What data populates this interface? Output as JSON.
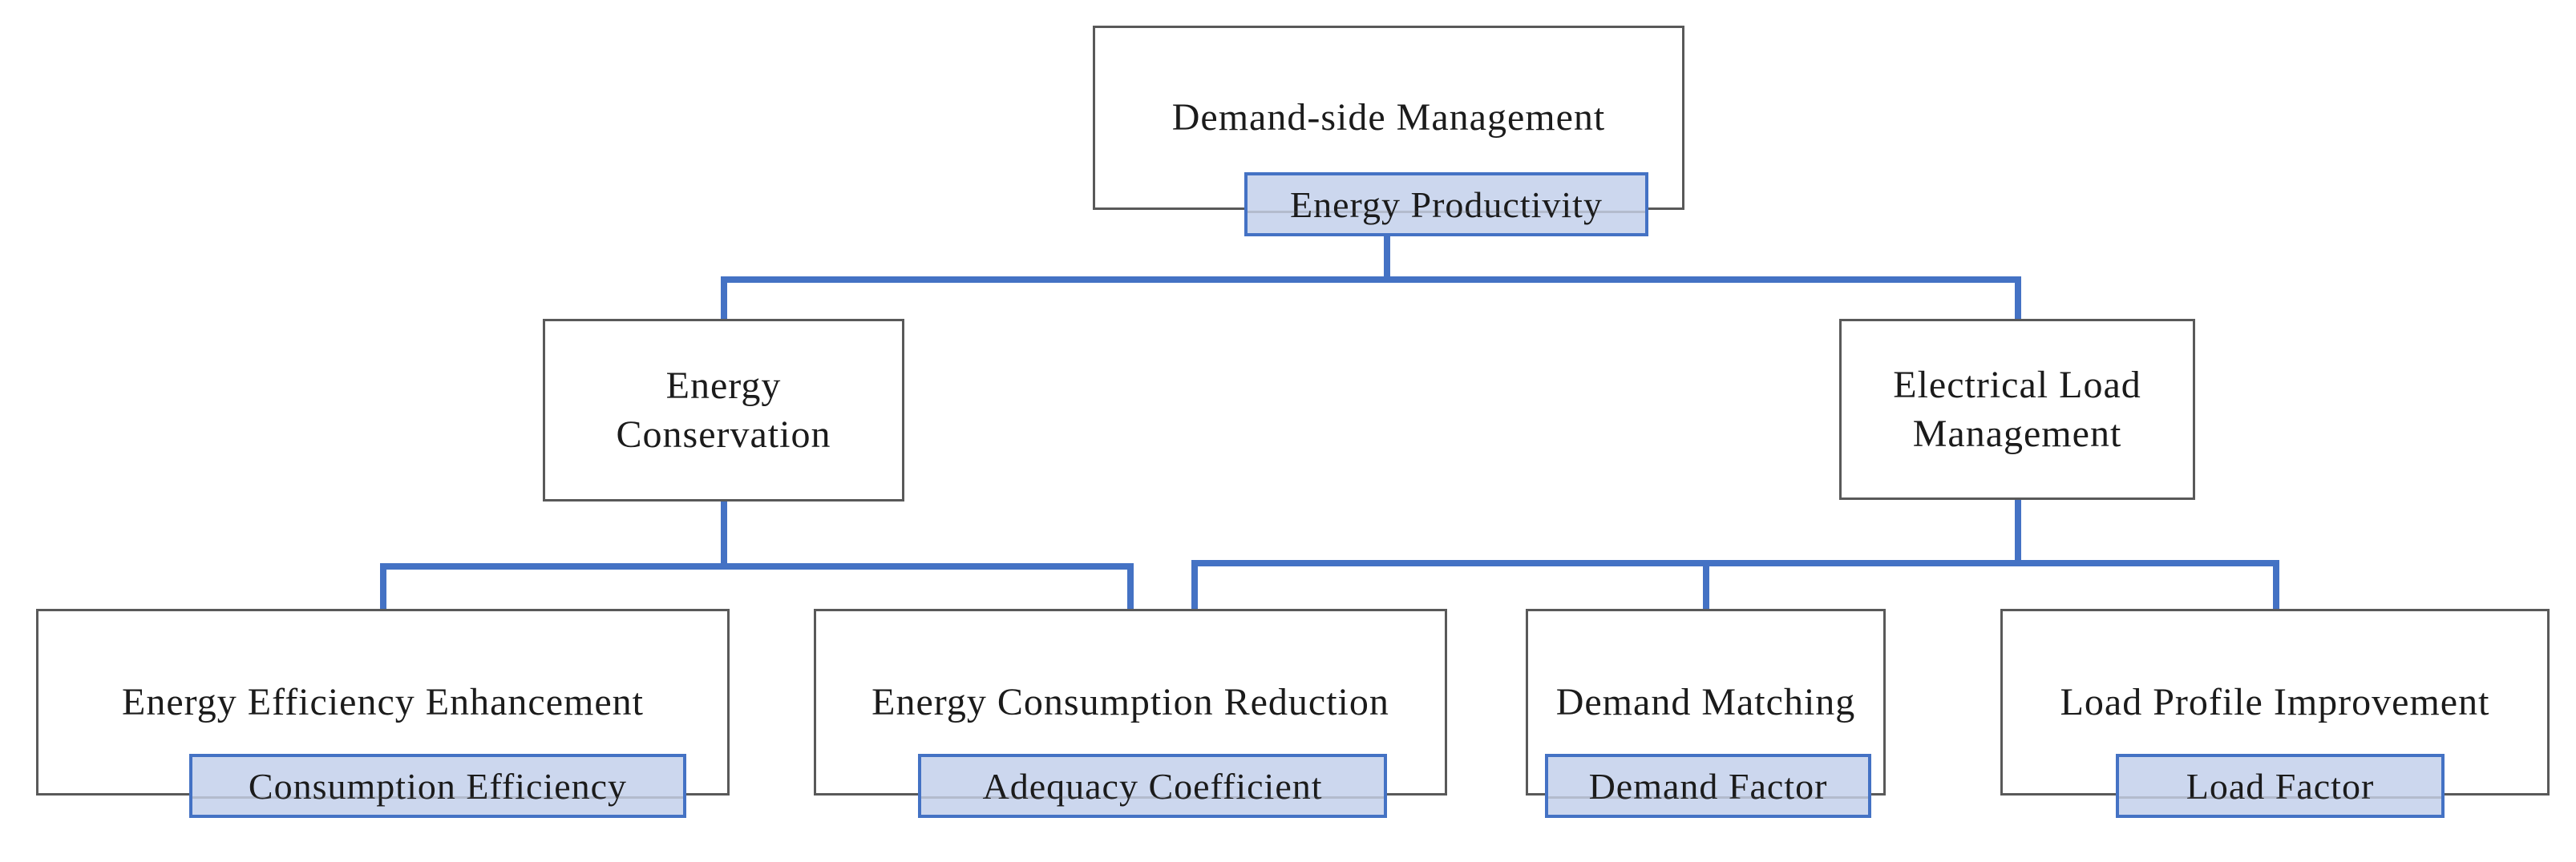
{
  "figure": {
    "type": "hierarchy-diagram",
    "root": {
      "label": "Demand-side Management",
      "metric": "Energy Productivity"
    },
    "level2": [
      {
        "label": "Energy Conservation"
      },
      {
        "label": "Electrical Load Management"
      }
    ],
    "level3": [
      {
        "label": "Energy Efficiency Enhancement",
        "metric": "Consumption Efficiency"
      },
      {
        "label": "Energy Consumption Reduction",
        "metric": "Adequacy Coefficient"
      },
      {
        "label": "Demand Matching",
        "metric": "Demand Factor"
      },
      {
        "label": "Load Profile Improvement",
        "metric": "Load Factor"
      }
    ],
    "colors": {
      "connector": "#4472C4",
      "metric_fill": "#CCD7EE",
      "metric_border": "#4472C4",
      "box_border": "#595959",
      "text_color": "#1B1B1B",
      "background": "#FFFFFF"
    }
  }
}
